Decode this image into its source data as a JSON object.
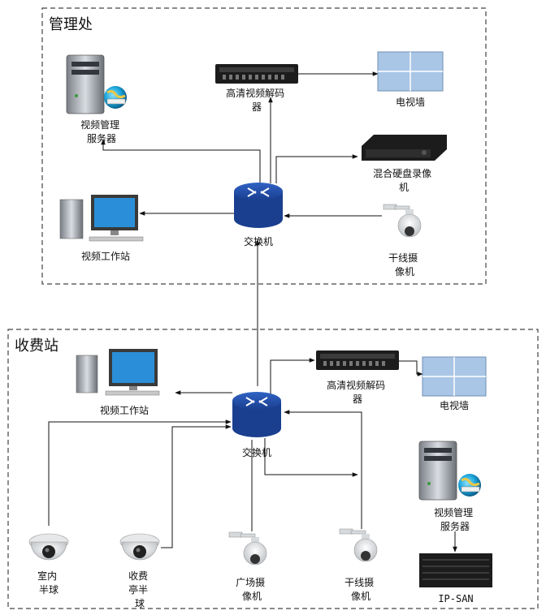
{
  "zones": {
    "management": {
      "title": "管理处"
    },
    "toll_station": {
      "title": "收费站"
    }
  },
  "management": {
    "decoder": [
      "高清视频解码",
      "器"
    ],
    "tv_wall": [
      "电视墙"
    ],
    "video_server": [
      "视频管理",
      "服务器"
    ],
    "nvr": [
      "混合硬盘录像",
      "机"
    ],
    "switch": [
      "交换机"
    ],
    "workstation": [
      "视频工作站"
    ],
    "trunk_camera": [
      "干线摄",
      "像机"
    ]
  },
  "toll": {
    "workstation": [
      "视频工作站"
    ],
    "switch": [
      "交换机"
    ],
    "decoder": [
      "高清视频解码",
      "器"
    ],
    "tv_wall": [
      "电视墙"
    ],
    "video_server": [
      "视频管理",
      "服务器"
    ],
    "ipsan": [
      "IP-SAN"
    ],
    "indoor_dome": [
      "室内",
      "半球"
    ],
    "booth_dome": [
      "收费",
      "亭半",
      "球"
    ],
    "plaza_camera": [
      "广场摄",
      "像机"
    ],
    "trunk_camera": [
      "干线摄",
      "像机"
    ]
  },
  "colors": {
    "switch_blue": "#1a3f8f",
    "tv_panel": "#a9c6e6",
    "device_dark": "#1c1c1c",
    "line": "#111111"
  }
}
